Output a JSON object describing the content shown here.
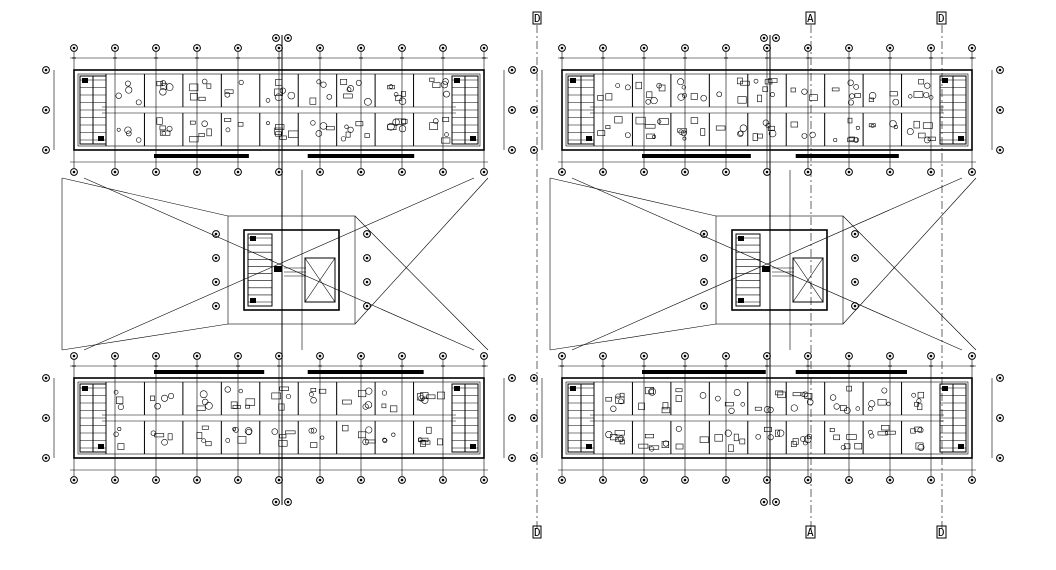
{
  "section_markers": {
    "top": [
      "D",
      "A",
      "D"
    ],
    "bottom": [
      "D",
      "A",
      "D"
    ]
  },
  "plans": [
    "plan-left",
    "plan-right"
  ]
}
